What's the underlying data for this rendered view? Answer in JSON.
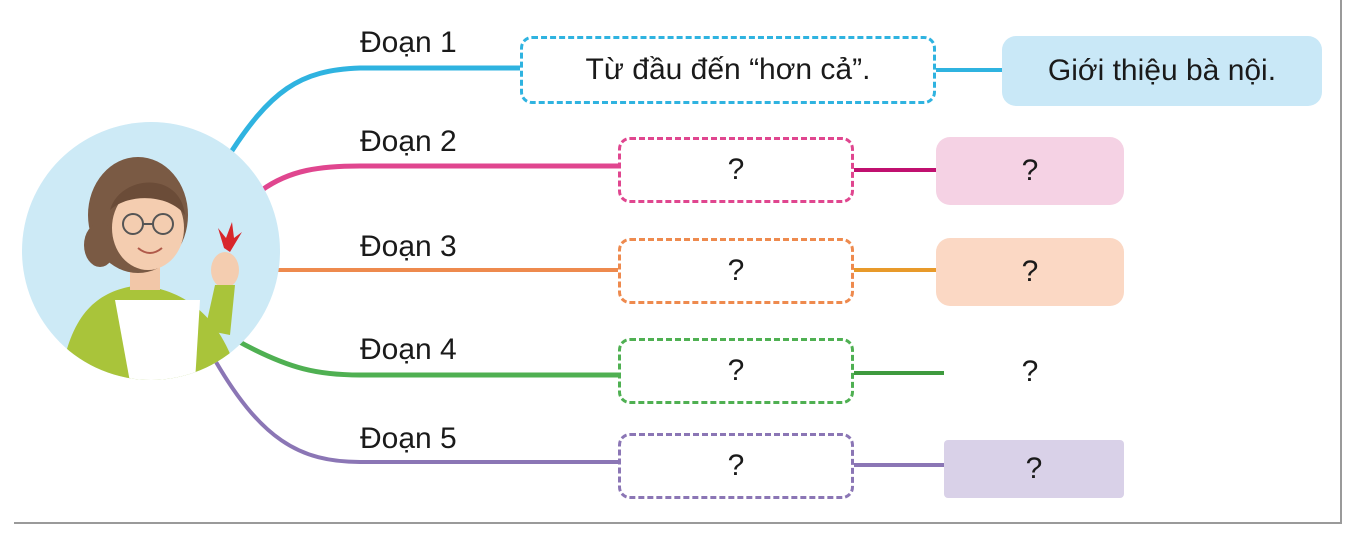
{
  "branches": [
    {
      "label": "Đoạn 1",
      "range": "Từ đầu đến “hơn cả”.",
      "idea": "Giới thiệu bà nội.",
      "color": "#2fb3e0",
      "fill": "#c9e8f7"
    },
    {
      "label": "Đoạn 2",
      "range": "?",
      "idea": "?",
      "color": "#e0468f",
      "fill": "#f5d2e4"
    },
    {
      "label": "Đoạn 3",
      "range": "?",
      "idea": "?",
      "color": "#ee8a4e",
      "fill": "#fbd8c4"
    },
    {
      "label": "Đoạn 4",
      "range": "?",
      "idea": "?",
      "color": "#4fb052",
      "fill": "#ffffff"
    },
    {
      "label": "Đoạn 5",
      "range": "?",
      "idea": "?",
      "color": "#8b76b5",
      "fill": "#d9d1e8"
    }
  ],
  "icons": {
    "center": "grandmother-holding-flower-icon"
  }
}
